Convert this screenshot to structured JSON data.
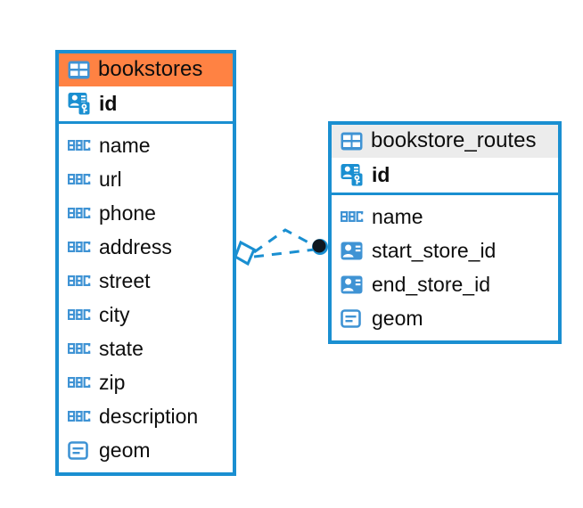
{
  "diagram": {
    "type": "entity-relationship-diagram",
    "background_color": "#ffffff",
    "border_color": "#1a8fd1",
    "accent_highlight_color": "#ff8243",
    "accent_neutral_color": "#ececec",
    "icon_color": "#3f93d4",
    "text_color": "#0d0d0d"
  },
  "entities": [
    {
      "name": "bookstores",
      "header_style": "accent-orange",
      "table_icon": "table-icon",
      "primary_key": {
        "label": "id",
        "icon": "primary-key-icon"
      },
      "fields": [
        {
          "label": "name",
          "icon": "text-abc-icon"
        },
        {
          "label": "url",
          "icon": "text-abc-icon"
        },
        {
          "label": "phone",
          "icon": "text-abc-icon"
        },
        {
          "label": "address",
          "icon": "text-abc-icon"
        },
        {
          "label": "street",
          "icon": "text-abc-icon"
        },
        {
          "label": "city",
          "icon": "text-abc-icon"
        },
        {
          "label": "state",
          "icon": "text-abc-icon"
        },
        {
          "label": "zip",
          "icon": "text-abc-icon"
        },
        {
          "label": "description",
          "icon": "text-abc-icon"
        },
        {
          "label": "geom",
          "icon": "geometry-icon"
        }
      ]
    },
    {
      "name": "bookstore_routes",
      "header_style": "accent-grey",
      "table_icon": "table-icon",
      "primary_key": {
        "label": "id",
        "icon": "primary-key-icon"
      },
      "fields": [
        {
          "label": "name",
          "icon": "text-abc-icon"
        },
        {
          "label": "start_store_id",
          "icon": "foreign-key-icon"
        },
        {
          "label": "end_store_id",
          "icon": "foreign-key-icon"
        },
        {
          "label": "geom",
          "icon": "geometry-icon"
        }
      ]
    }
  ],
  "relationship": {
    "style": "dashed",
    "color": "#1a8fd1",
    "source_marker": "open-diamond-marker",
    "target_marker": "filled-circle-marker",
    "source_entity": "bookstores",
    "target_entity": "bookstore_routes"
  }
}
